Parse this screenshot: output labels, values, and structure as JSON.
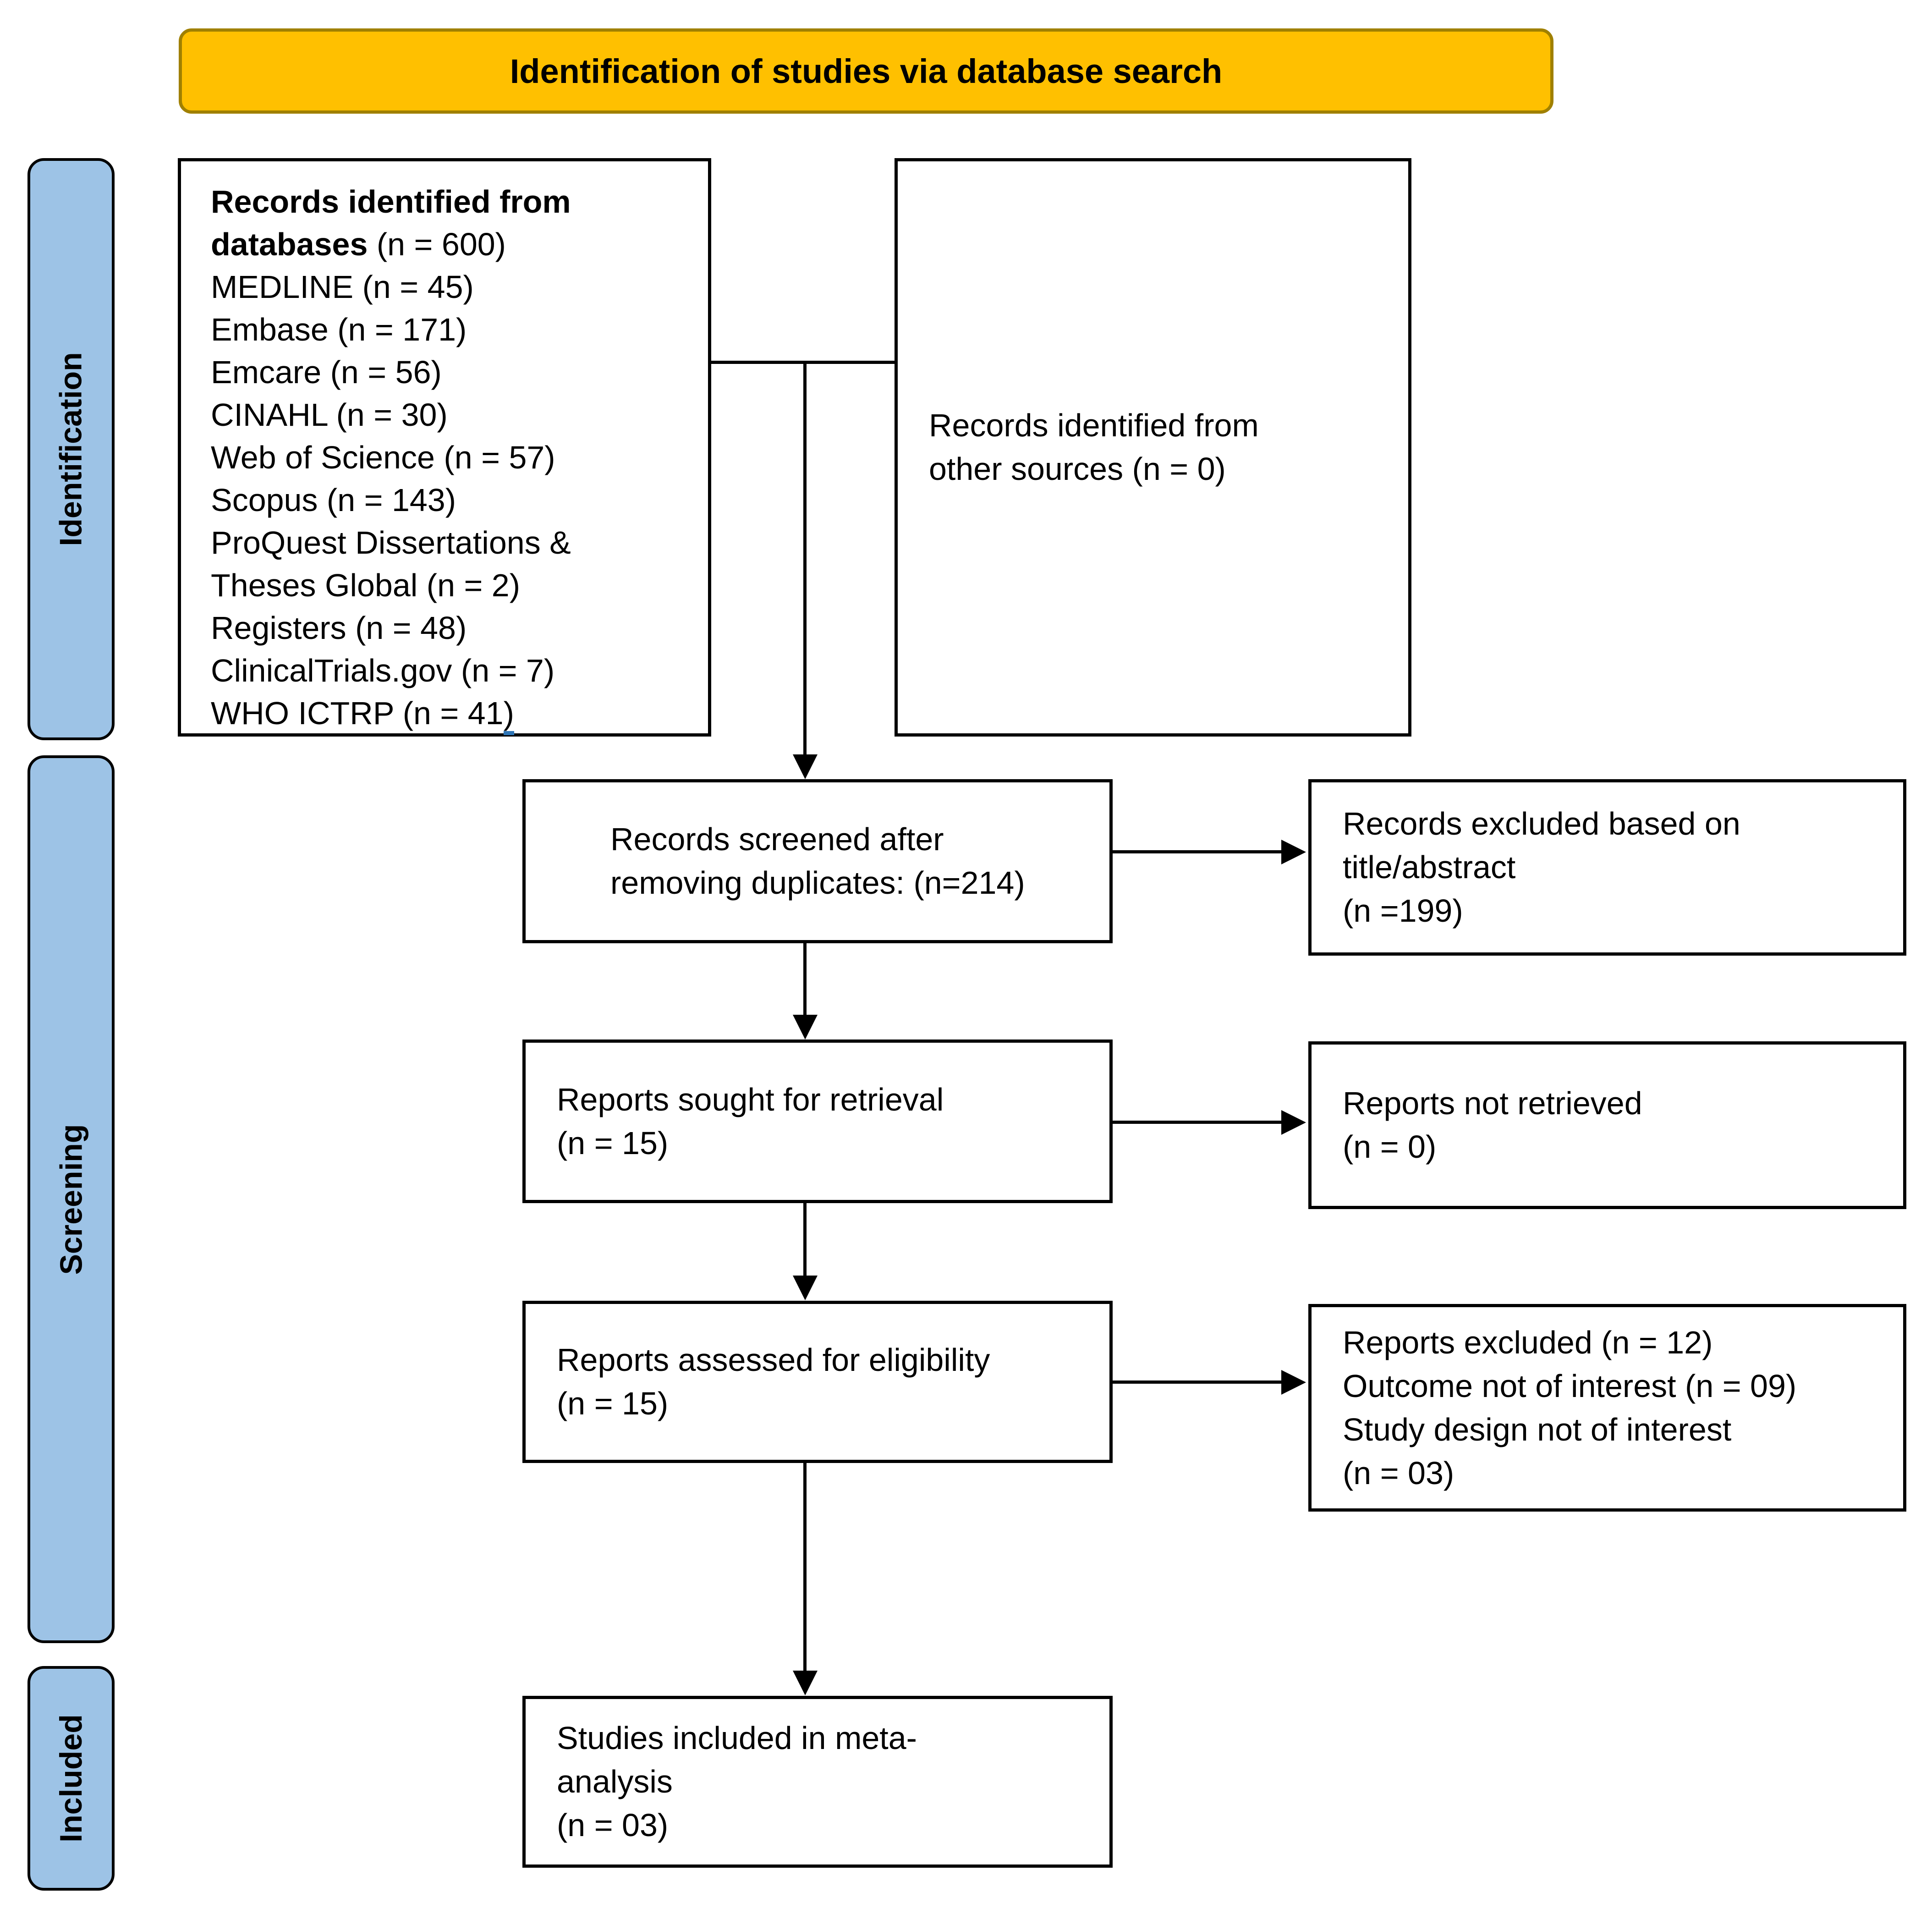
{
  "title": "Identification of studies via database search",
  "colors": {
    "title_fill": "#FFC000",
    "title_border": "#A08000",
    "stage_fill": "#9DC3E6",
    "box_border": "#000000",
    "underline_mark": "#2E75B6"
  },
  "sidebar": {
    "identification": "Identification",
    "screening": "Screening",
    "included": "Included"
  },
  "boxes": {
    "databases": {
      "line1": "Records identified from",
      "line2_bold": "databases",
      "line2_rest": " (n = 600)",
      "items": [
        "MEDLINE (n = 45)",
        "Embase (n = 171)",
        "Emcare (n = 56)",
        "CINAHL (n = 30)",
        "Web of Science (n = 57)",
        "Scopus (n = 143)",
        "ProQuest Dissertations &",
        "Theses Global (n = 2)",
        "Registers (n = 48)",
        "ClinicalTrials.gov (n = 7)"
      ],
      "last_item_prefix": "WHO ICTRP (n = 41",
      "last_item_suffix": ")"
    },
    "other_sources": {
      "line1": "Records identified from",
      "line2": "other sources (n = 0)"
    },
    "screened": {
      "line1": "Records screened after",
      "line2": "removing duplicates: (n=214)"
    },
    "excluded_title_abstract": {
      "line1": "Records excluded based on",
      "line2": "title/abstract",
      "line3": "(n =199)"
    },
    "sought": {
      "line1": "Reports sought for retrieval",
      "line2": "(n = 15)"
    },
    "not_retrieved": {
      "line1": "Reports not retrieved",
      "line2": "(n = 0)"
    },
    "assessed": {
      "line1": "Reports assessed for eligibility",
      "line2": "(n = 15)"
    },
    "reports_excluded": {
      "line1": "Reports excluded (n = 12)",
      "line2": "Outcome not of interest (n = 09)",
      "line3": "Study design not of interest",
      "line4": "(n = 03)"
    },
    "included_meta": {
      "line1": "Studies included in meta-",
      "line2": "analysis",
      "line3": "(n = 03)"
    }
  }
}
